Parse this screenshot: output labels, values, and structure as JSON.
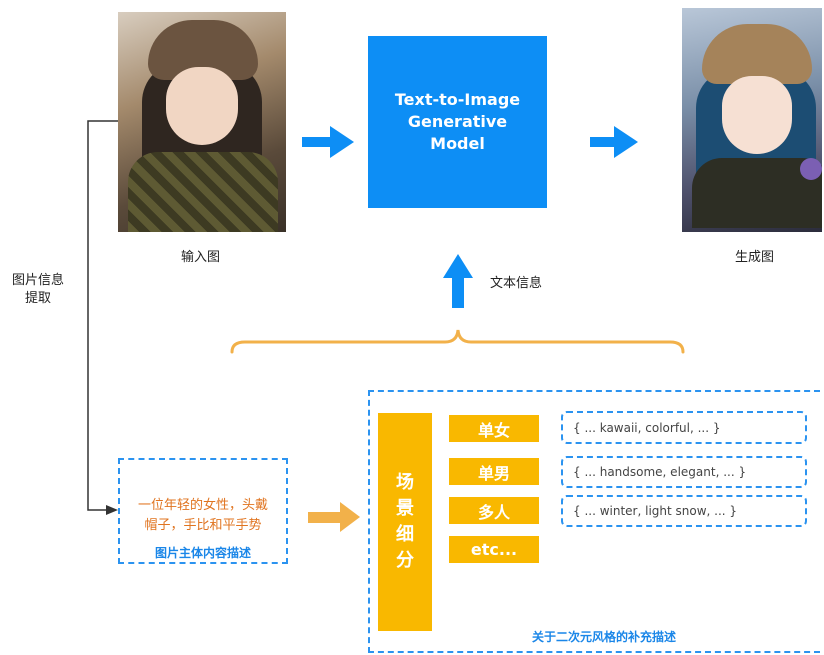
{
  "input_caption": "输入图",
  "output_caption": "生成图",
  "model": {
    "line1": "Text-to-Image",
    "line2": "Generative",
    "line3": "Model"
  },
  "text_info_label": "文本信息",
  "side_label": {
    "line1": "图片信息",
    "line2": "提取"
  },
  "subject_desc": {
    "line1": "一位年轻的女性，头戴",
    "line2": "帽子，手比和平手势",
    "title": "图片主体内容描述"
  },
  "scene_label": [
    "场",
    "景",
    "细",
    "分"
  ],
  "categories": [
    "单女",
    "单男",
    "多人",
    "etc..."
  ],
  "keywords": [
    "{ ... kawaii, colorful,  ... }",
    "{ ... handsome, elegant, ... }",
    "{ ... winter, light snow, ... }"
  ],
  "supplement_title": "关于二次元风格的补充描述",
  "colors": {
    "blue": "#0d8ef5",
    "yellow": "#f9b800",
    "orange": "#f2b14a",
    "dash": "#2b93f0",
    "desc_text": "#e07420"
  }
}
